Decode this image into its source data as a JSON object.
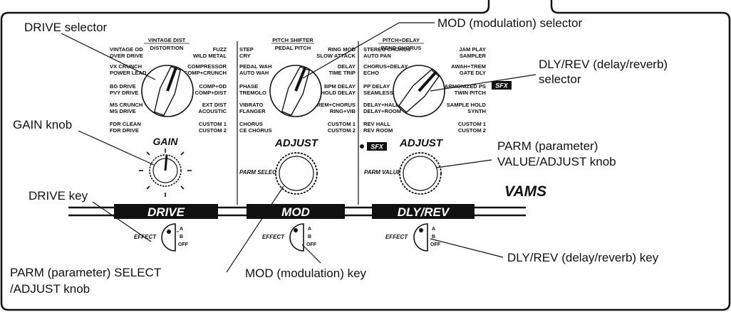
{
  "callouts": {
    "drive_selector": "DRIVE selector",
    "mod_selector": "MOD (modulation) selector",
    "dly_selector_line1": "DLY/REV (delay/reverb)",
    "dly_selector_line2": "selector",
    "gain_knob": "GAIN knob",
    "drive_key": "DRIVE key",
    "parm_value_line1": "PARM (parameter)",
    "parm_value_line2": "VALUE/ADJUST knob",
    "parm_select_line1": "PARM (parameter) SELECT",
    "parm_select_line2": "/ADJUST knob",
    "mod_key": "MOD (modulation) key",
    "dly_key": "DLY/REV (delay/reverb) key"
  },
  "drive": {
    "header_line1": "VINTAGE DIST",
    "header_line2": "DISTORTION",
    "left": [
      "VINTAGE OD",
      "OVER DRIVE",
      "VX CRUNCH",
      "POWER LEAD",
      "BG DRIVE",
      "PVY DRIVE",
      "MS CRUNCH",
      "MS DRIVE",
      "FDR CLEAN",
      "FDR DRIVE"
    ],
    "right": [
      "FUZZ",
      "WILD METAL",
      "COMPRESSOR",
      "COMP+CRUNCH",
      "COMP+OD",
      "COMP+DIST",
      "EXT DIST",
      "ACOUSTIC",
      "CUSTOM 1",
      "CUSTOM 2"
    ]
  },
  "mod": {
    "header_line1": "PITCH SHIFTER",
    "header_line2": "PEDAL PITCH",
    "left": [
      "STEP",
      "CRY",
      "PEDAL WAH",
      "AUTO WAH",
      "PHASE",
      "TREMOLO",
      "VIBRATO",
      "FLANGER",
      "CHORUS",
      "CE CHORUS"
    ],
    "right": [
      "RING MOD",
      "SLOW ATTACK",
      "DELAY",
      "TIME TRIP",
      "BPM DELAY",
      "HOLD DELAY",
      "TREM+CHORUS",
      "RING+VIB",
      "CUSTOM 1",
      "CUSTOM 2"
    ]
  },
  "dly": {
    "header_line1": "PITCH+DELAY",
    "header_line2": "BEND CHORUS",
    "left": [
      "STEREO CHORUS",
      "AUTO PAN",
      "CHORUS+DELAY",
      "ECHO",
      "PP DELAY",
      "SEAMLESS DLY",
      "DELAY+HALL",
      "DELAY+ROOM",
      "REV HALL",
      "REV ROOM"
    ],
    "right": [
      "JAM PLAY",
      "SAMPLER",
      "AWAH+TREM",
      "GATE DLY",
      "HARMONIZED PS",
      "TWIN PITCH",
      "SAMPLE HOLD",
      "SYNTH",
      "CUSTOM 1",
      "CUSTOM 2"
    ],
    "sfx_badge": "SFX"
  },
  "panel": {
    "gain_label": "GAIN",
    "adjust_label": "ADJUST",
    "parm_select": "PARM SELECT",
    "parm_value": "PARM VALUE",
    "sfx_badge": "SFX",
    "vams": "VAMS"
  },
  "bars": {
    "drive": "DRIVE",
    "mod": "MOD",
    "dly": "DLY/REV"
  },
  "keys": {
    "effect": "EFFECT",
    "a": "A",
    "b": "B",
    "off": "OFF"
  }
}
